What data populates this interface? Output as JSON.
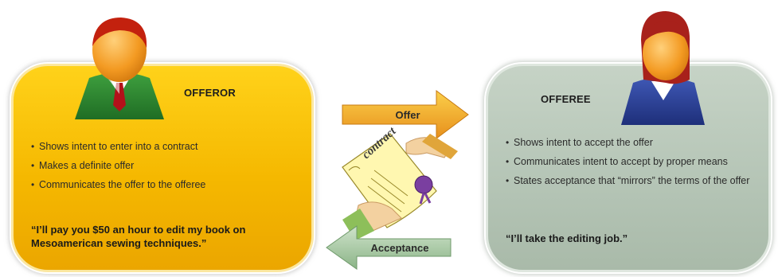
{
  "offeror": {
    "title": "OFFEROR",
    "bullets": [
      "Shows intent to enter into a contract",
      "Makes a definite offer",
      "Communicates the offer to the offeree"
    ],
    "quote": "“I’ll pay you $50 an hour to edit my  book on Mesoamerican sewing  techniques.”"
  },
  "offeree": {
    "title": "OFFEREE",
    "bullets": [
      "Shows intent to accept the offer",
      "Communicates intent to accept by proper means",
      "States acceptance that  “mirrors” the terms of the offer"
    ],
    "quote": "“I’ll take the editing job.”"
  },
  "offer_arrow": {
    "label": "Offer"
  },
  "acceptance_arrow": {
    "label": "Acceptance"
  },
  "contract": {
    "label": "contract"
  },
  "colors": {
    "offeror_card": "#f5b800",
    "offeree_card": "#b4c4b5",
    "offer_arrow": "#f2a82a",
    "acceptance_arrow": "#a6c6a3",
    "seal": "#7a3fa0"
  },
  "icons": [
    "male-person-icon",
    "female-person-icon",
    "contract-handoff-icon",
    "right-arrow-icon",
    "left-arrow-icon"
  ]
}
